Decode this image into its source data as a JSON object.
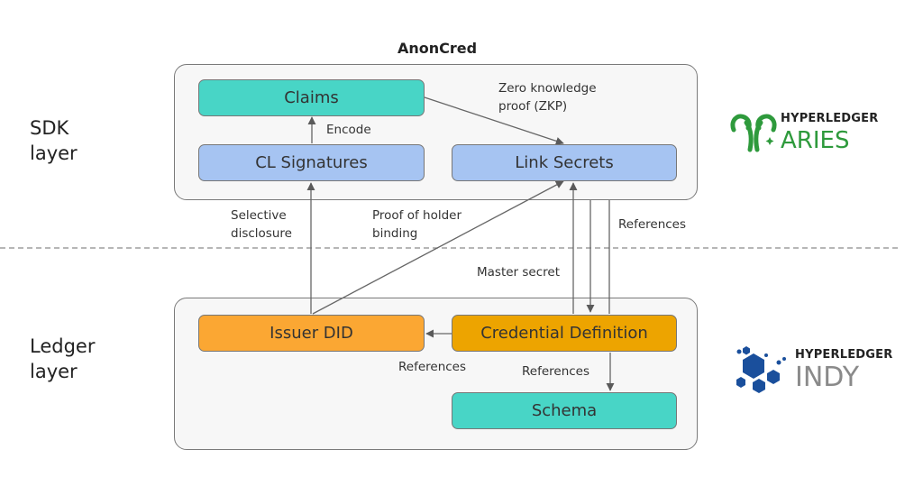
{
  "title": "AnonCred",
  "layers": {
    "sdk": [
      "SDK",
      "layer"
    ],
    "ledger": [
      "Ledger",
      "layer"
    ]
  },
  "sdk_nodes": {
    "claims": "Claims",
    "cl_signatures": "CL Signatures",
    "link_secrets": "Link Secrets"
  },
  "ledger_nodes": {
    "issuer_did": "Issuer DID",
    "credential_definition": "Credential Definition",
    "schema": "Schema"
  },
  "edge_labels": {
    "encode": "Encode",
    "zkp": [
      "Zero knowledge",
      "proof (ZKP)"
    ],
    "selective_disclosure": [
      "Selective",
      "disclosure"
    ],
    "holder_binding": [
      "Proof of holder",
      "binding"
    ],
    "master_secret": "Master secret",
    "references_top": "References",
    "references_issuer": "References",
    "references_schema": "References"
  },
  "logos": {
    "aries": {
      "prefix": "HYPERLEDGER",
      "name": "ARIES",
      "color": "#2e9a3c"
    },
    "indy": {
      "prefix": "HYPERLEDGER",
      "name": "INDY",
      "color": "#1a4f9c"
    }
  },
  "colors": {
    "teal": "#48d5c6",
    "blue": "#a6c4f2",
    "orange": "#fba733",
    "amber": "#eda400",
    "container": "#f7f7f7"
  }
}
